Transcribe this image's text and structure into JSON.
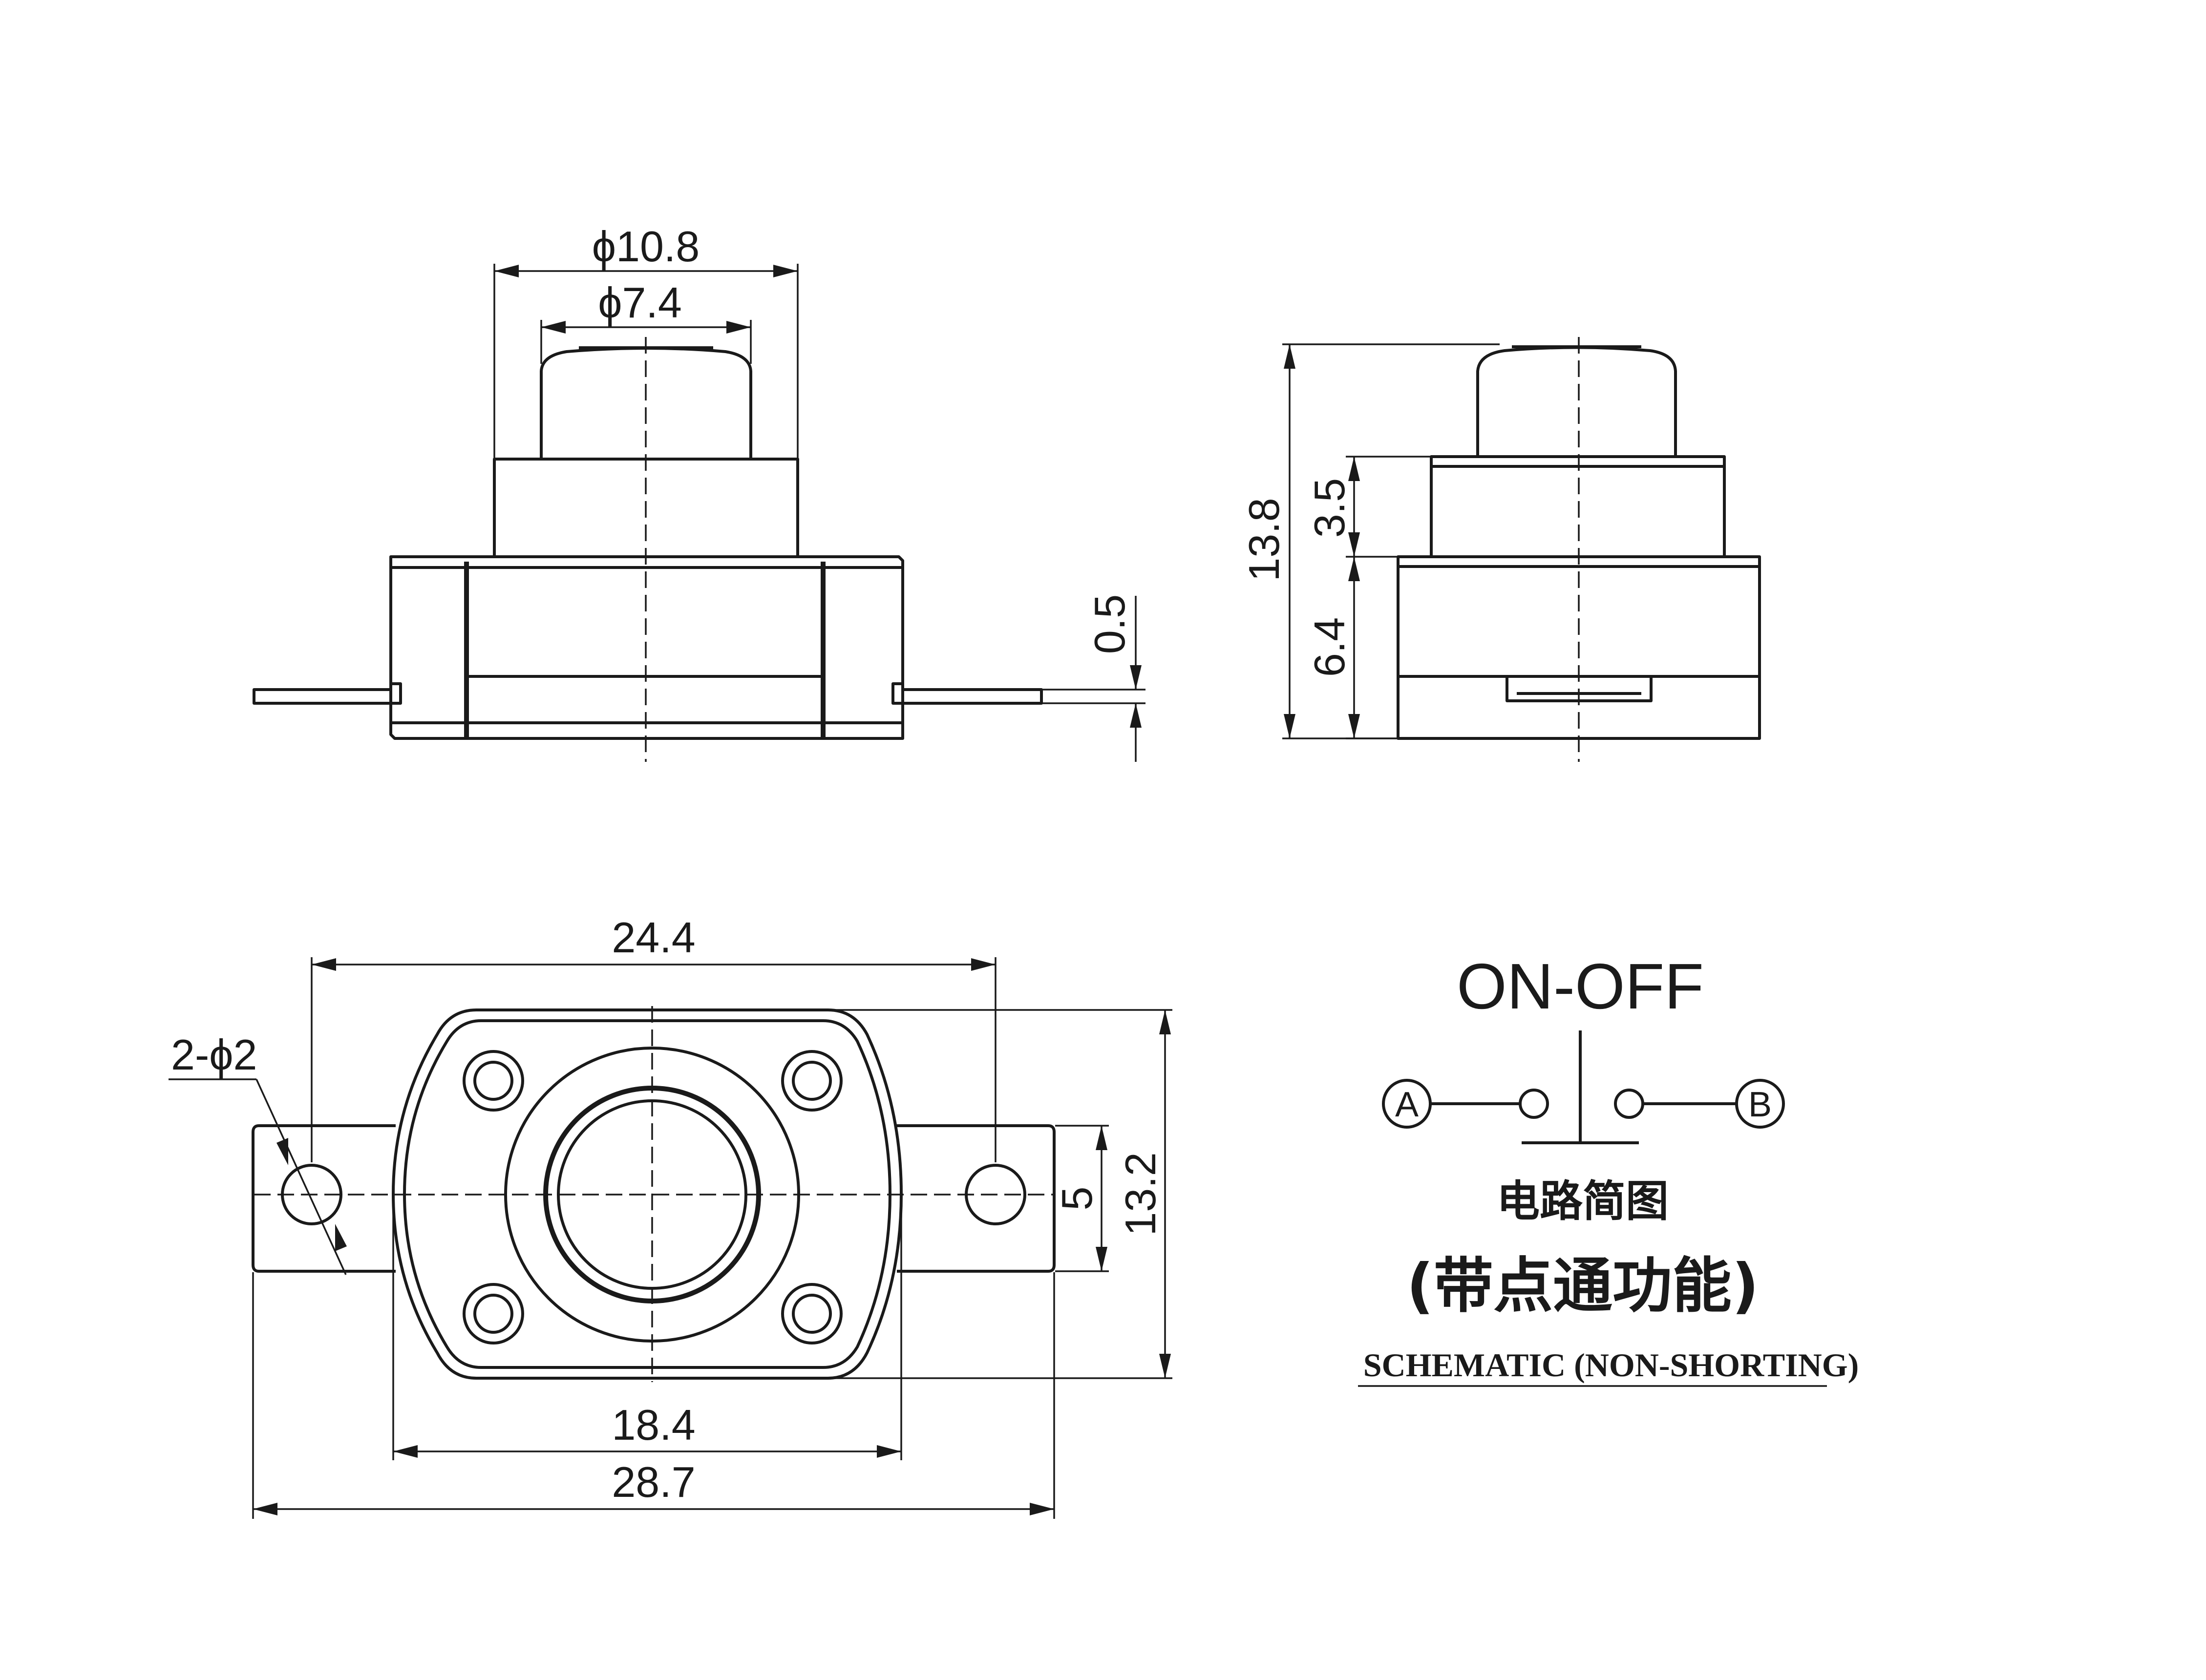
{
  "front_view": {
    "dim_outer_diameter": "ϕ10.8",
    "dim_inner_diameter": "ϕ7.4",
    "dim_terminal_thickness": "0.5"
  },
  "side_view": {
    "dim_total_height": "13.8",
    "dim_upper_height": "3.5",
    "dim_lower_height": "6.4"
  },
  "top_view": {
    "dim_hole_spacing": "24.4",
    "dim_hole_diameter": "2-ϕ2",
    "dim_tab_height": "5",
    "dim_body_height": "13.2",
    "dim_body_width": "18.4",
    "dim_total_width": "28.7"
  },
  "schematic": {
    "title": "ON-OFF",
    "terminal_a": "A",
    "terminal_b": "B",
    "caption_cn": "电路简图",
    "subcaption_cn": "(带点通功能)",
    "caption_en": "SCHEMATIC (NON-SHORTING)"
  }
}
